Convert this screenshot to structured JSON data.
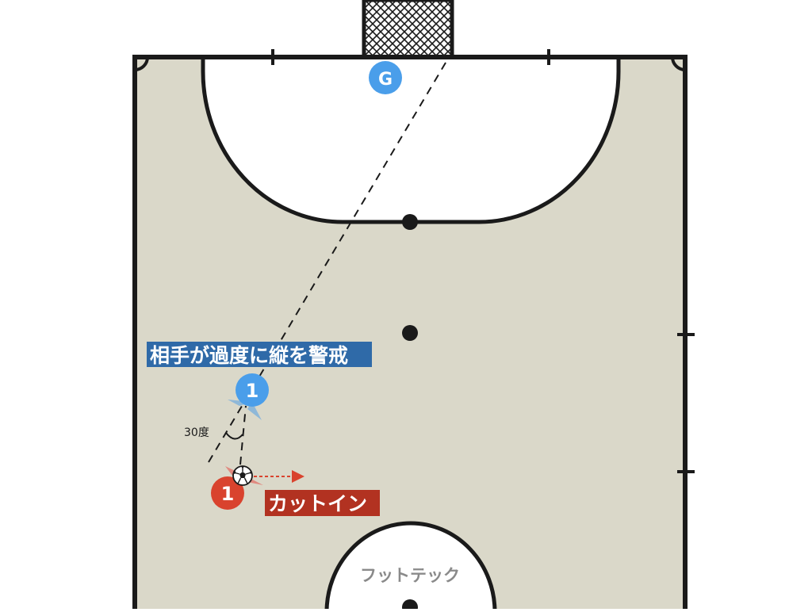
{
  "court": {
    "court_color": "#dad8c9",
    "line_color": "#1a1a1a",
    "area_color": "#ffffff"
  },
  "goalkeeper": {
    "label": "G",
    "color": "#4a9eea"
  },
  "defender": {
    "label": "1",
    "color": "#4a9eea",
    "arrow_color": "#8fb8d8"
  },
  "attacker": {
    "label": "1",
    "color": "#d9432e",
    "arrow_color": "#e08a80"
  },
  "annotations": {
    "warning_text": "相手が過度に縦を警戒",
    "warning_bg": "#2f6aa8",
    "angle_text": "30度",
    "action_text": "カットイン",
    "action_bg": "#b23221",
    "dribble_arrow_color": "#d9432e"
  },
  "watermark": {
    "text": "フットテック",
    "color": "#8a8a8a"
  }
}
